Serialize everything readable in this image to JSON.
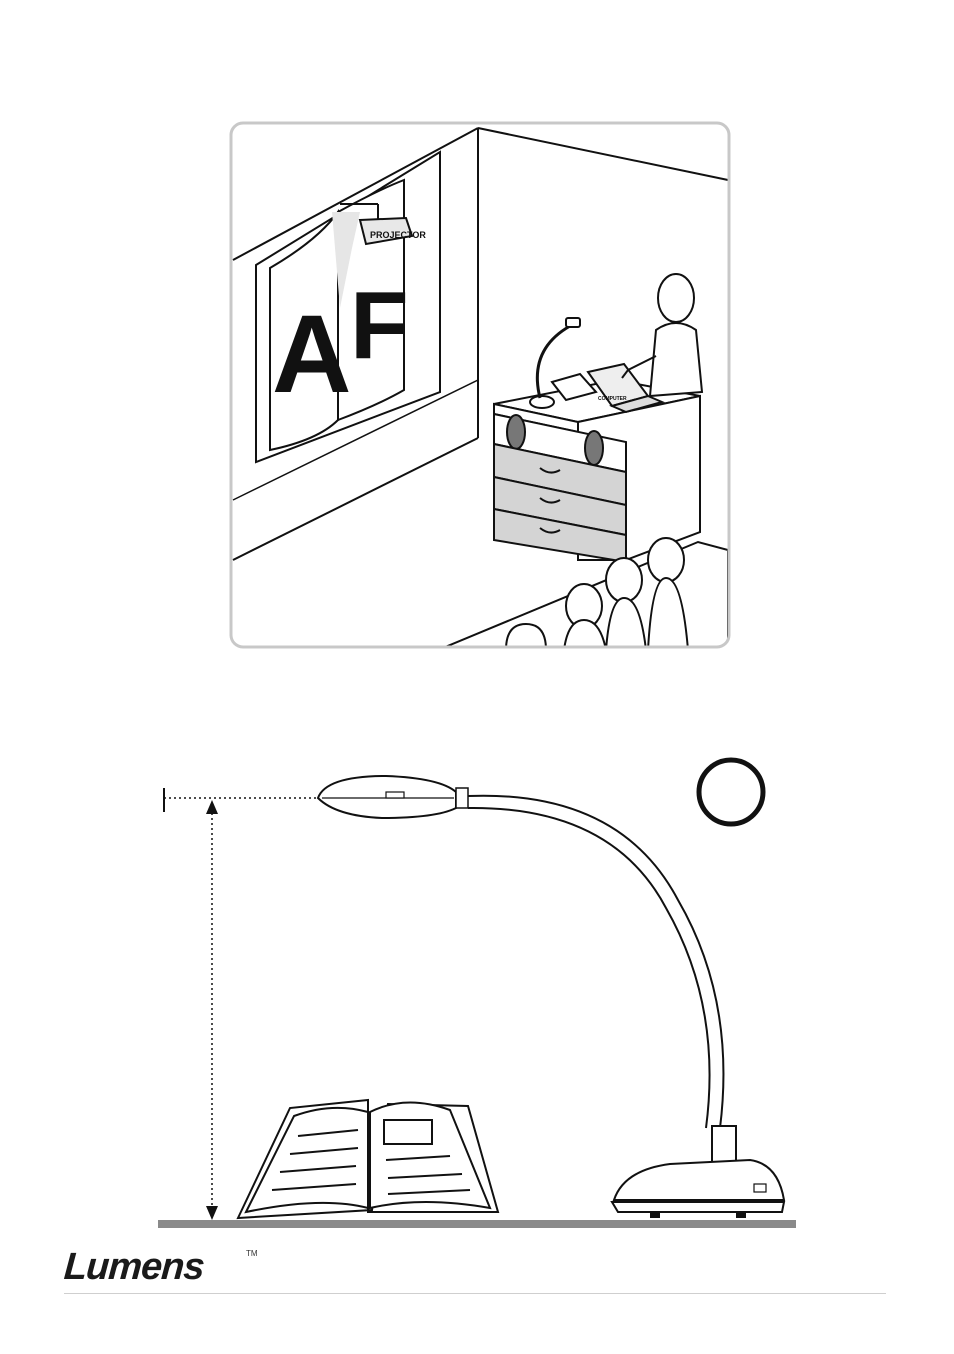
{
  "scene": {
    "projector_label": "PROJECTOR",
    "computer_label": "COMPUTER",
    "screen_letters": [
      "A",
      "F"
    ]
  },
  "brand": {
    "name": "Lumens",
    "trademark": "TM"
  },
  "colors": {
    "line": "#111111",
    "frame": "#c8c8c8",
    "drawer": "#d4d4d4",
    "floor": "#8a8a8a"
  }
}
